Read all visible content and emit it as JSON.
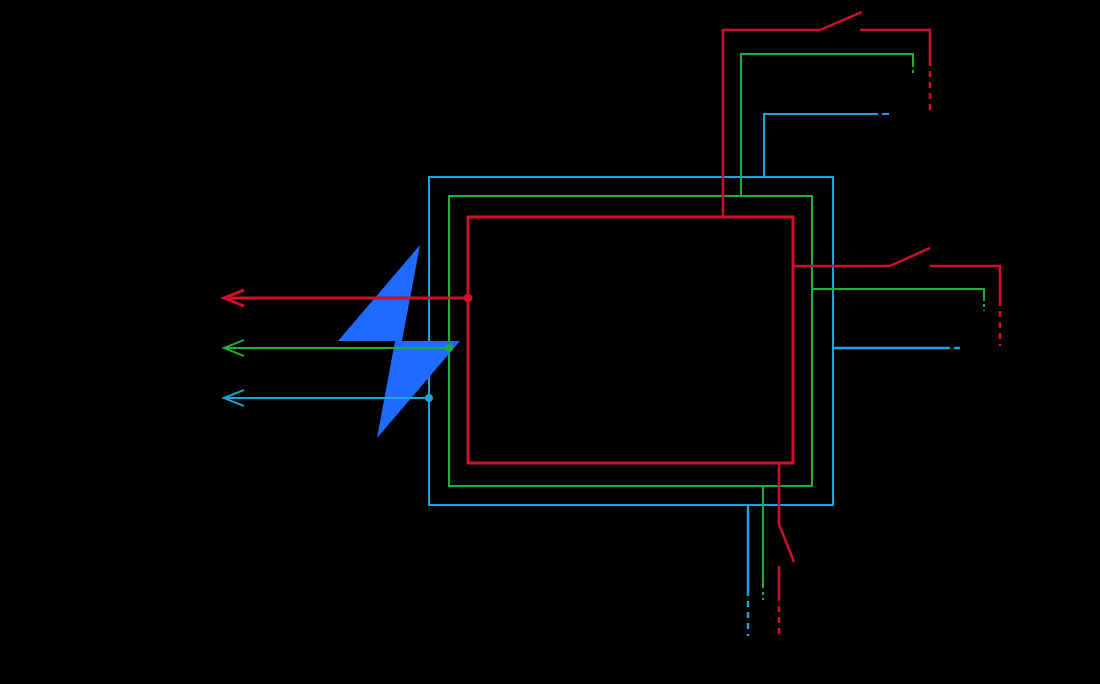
{
  "diagram": {
    "background": "#000000",
    "colors": {
      "red": "#d0102a",
      "green": "#1fae3c",
      "blue": "#1ea3d8",
      "bolt": "#1f6bff"
    },
    "circuits": [
      "red",
      "green",
      "blue"
    ],
    "lightning_icon": "lightning-bolt-icon",
    "breaker_icon": "open-switch-icon",
    "arrow_icon": "left-arrow-icon"
  }
}
